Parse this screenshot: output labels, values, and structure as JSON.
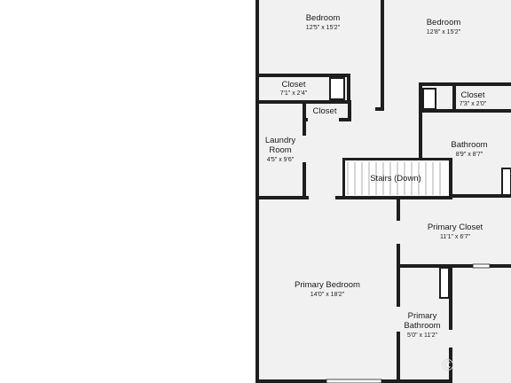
{
  "rooms": {
    "bedroom_1": {
      "name": "Bedroom",
      "dims": "12'5\" x 15'2\""
    },
    "bedroom_2": {
      "name": "Bedroom",
      "dims": "12'8\" x 15'2\""
    },
    "closet_1": {
      "name": "Closet",
      "dims": "7'1\" x 2'4\""
    },
    "closet_2": {
      "name": "Closet",
      "dims": "7'3\" x 2'0\""
    },
    "closet_3": {
      "name": "Closet"
    },
    "laundry": {
      "name_line1": "Laundry",
      "name_line2": "Room",
      "dims": "4'5\" x 9'6\""
    },
    "bathroom": {
      "name": "Bathroom",
      "dims": "8'9\" x 8'7\""
    },
    "stairs": {
      "name": "Stairs (Down)"
    },
    "primary_closet": {
      "name": "Primary Closet",
      "dims": "11'1\" x 6'7\""
    },
    "primary_bedroom": {
      "name": "Primary Bedroom",
      "dims": "14'0\" x 18'2\""
    },
    "primary_bathroom": {
      "name_line1": "Primary",
      "name_line2": "Bathroom",
      "dims": "5'0\" x 11'2\""
    }
  },
  "colors": {
    "wall": "#1e1e1e",
    "floor": "#f1f1f1",
    "background": "#ffffff"
  }
}
